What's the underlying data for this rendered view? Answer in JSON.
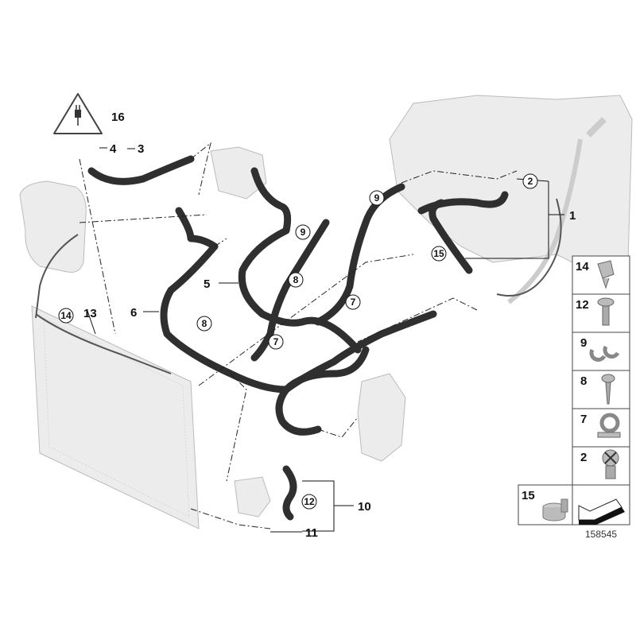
{
  "diagram_number": "158545",
  "warning_symbol": "warning-triangle-plug-icon",
  "callouts": {
    "p1": "1",
    "p2": "2",
    "p3": "3",
    "p4": "4",
    "p5": "5",
    "p6": "6",
    "p7a": "7",
    "p7b": "7",
    "p8a": "8",
    "p8b": "8",
    "p9a": "9",
    "p9b": "9",
    "p10": "10",
    "p11": "11",
    "p12": "12",
    "p13": "13",
    "p14": "14",
    "p15": "15",
    "p16": "16"
  },
  "legend": [
    {
      "number": "14",
      "part": "clip"
    },
    {
      "number": "12",
      "part": "screw"
    },
    {
      "number": "9",
      "part": "double-clip"
    },
    {
      "number": "8",
      "part": "self-tapping-screw"
    },
    {
      "number": "7",
      "part": "hose-clip"
    },
    {
      "number": "2",
      "part": "bleed-screw"
    },
    {
      "number": "15",
      "part": "hose-clamp"
    }
  ]
}
